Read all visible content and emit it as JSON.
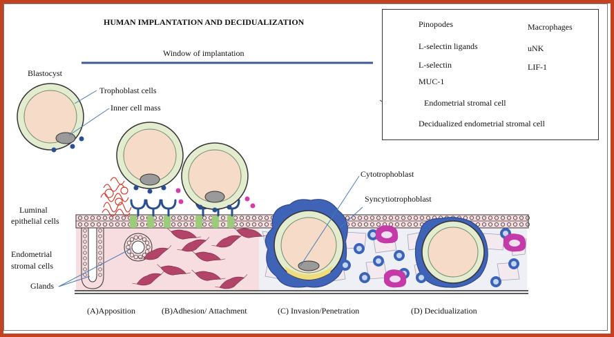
{
  "title": "HUMAN IMPLANTATION AND DECIDUALIZATION",
  "window_label": "Window of implantation",
  "labels": {
    "blastocyst": "Blastocyst",
    "trophoblast": "Trophoblast cells",
    "inner_cell_mass": "Inner cell mass",
    "luminal_1": "Luminal",
    "luminal_2": "epithelial cells",
    "stromal_1": "Endometrial",
    "stromal_2": "stromal cells",
    "glands": "Glands",
    "cytotrophoblast": "Cytotrophoblast",
    "syncytiotrophoblast": "Syncytiotrophoblast"
  },
  "stages": [
    "(A)Apposition",
    "(B)Adhesion/ Attachment",
    "(C) Invasion/Penetration",
    "(D) Decidualization"
  ],
  "legend": {
    "pinopodes": "Pinopodes",
    "l_selectin_ligands": "L-selectin ligands",
    "l_selectin": "L-selectin",
    "muc1": "MUC-1",
    "stromal_cell": "Endometrial stromal cell",
    "decidualized": "Decidualized endometrial stromal cell",
    "macrophages": "Macrophages",
    "unk": "uNK",
    "lif1": "LIF-1"
  },
  "colors": {
    "frame": "#c4421f",
    "blastocyst_fill": "#f6dcc8",
    "trophoblast_ring": "#e4ecd0",
    "pinopode": "#9ccc7a",
    "ligand": "#2a4f8f",
    "lif": "#d63ca6",
    "muc": "#d63a2a",
    "stroma": "#f7dde0",
    "stromal_cell": "#b2446a",
    "macrophage": "#c43aa8",
    "unk": "#3a64b8",
    "syncytio": "#3f63b6"
  }
}
